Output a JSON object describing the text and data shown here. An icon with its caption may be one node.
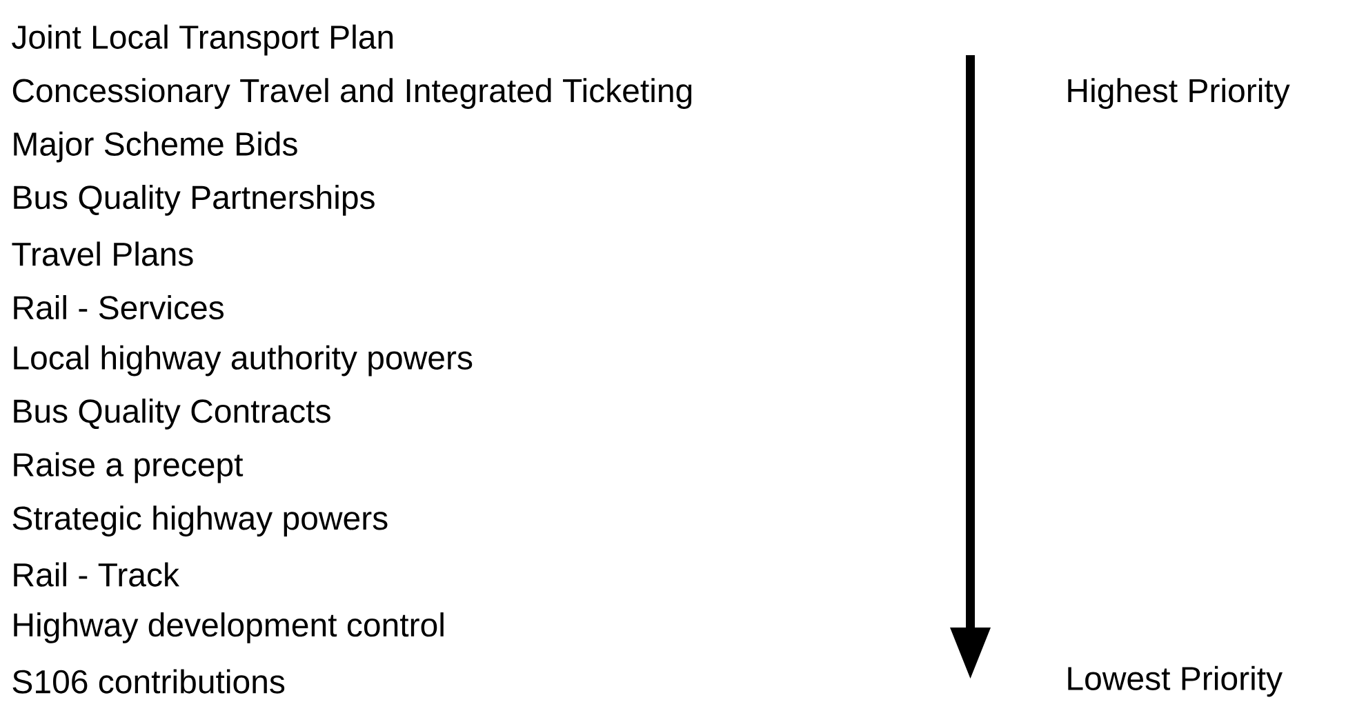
{
  "diagram": {
    "labels": [
      "Joint Local Transport Plan",
      "Highest Priority",
      "Concessionary Travel and Integrated Ticketing",
      "Major Scheme Bids",
      "Bus Quality Partnerships",
      "Travel Plans",
      "Rail - Services",
      "Local highway authority powers",
      "Bus Quality Contracts",
      "Raise a precept",
      "Strategic highway powers",
      "Rail - Track",
      "Highway development control",
      "S106 contributions",
      "Lowest Priority"
    ]
  }
}
